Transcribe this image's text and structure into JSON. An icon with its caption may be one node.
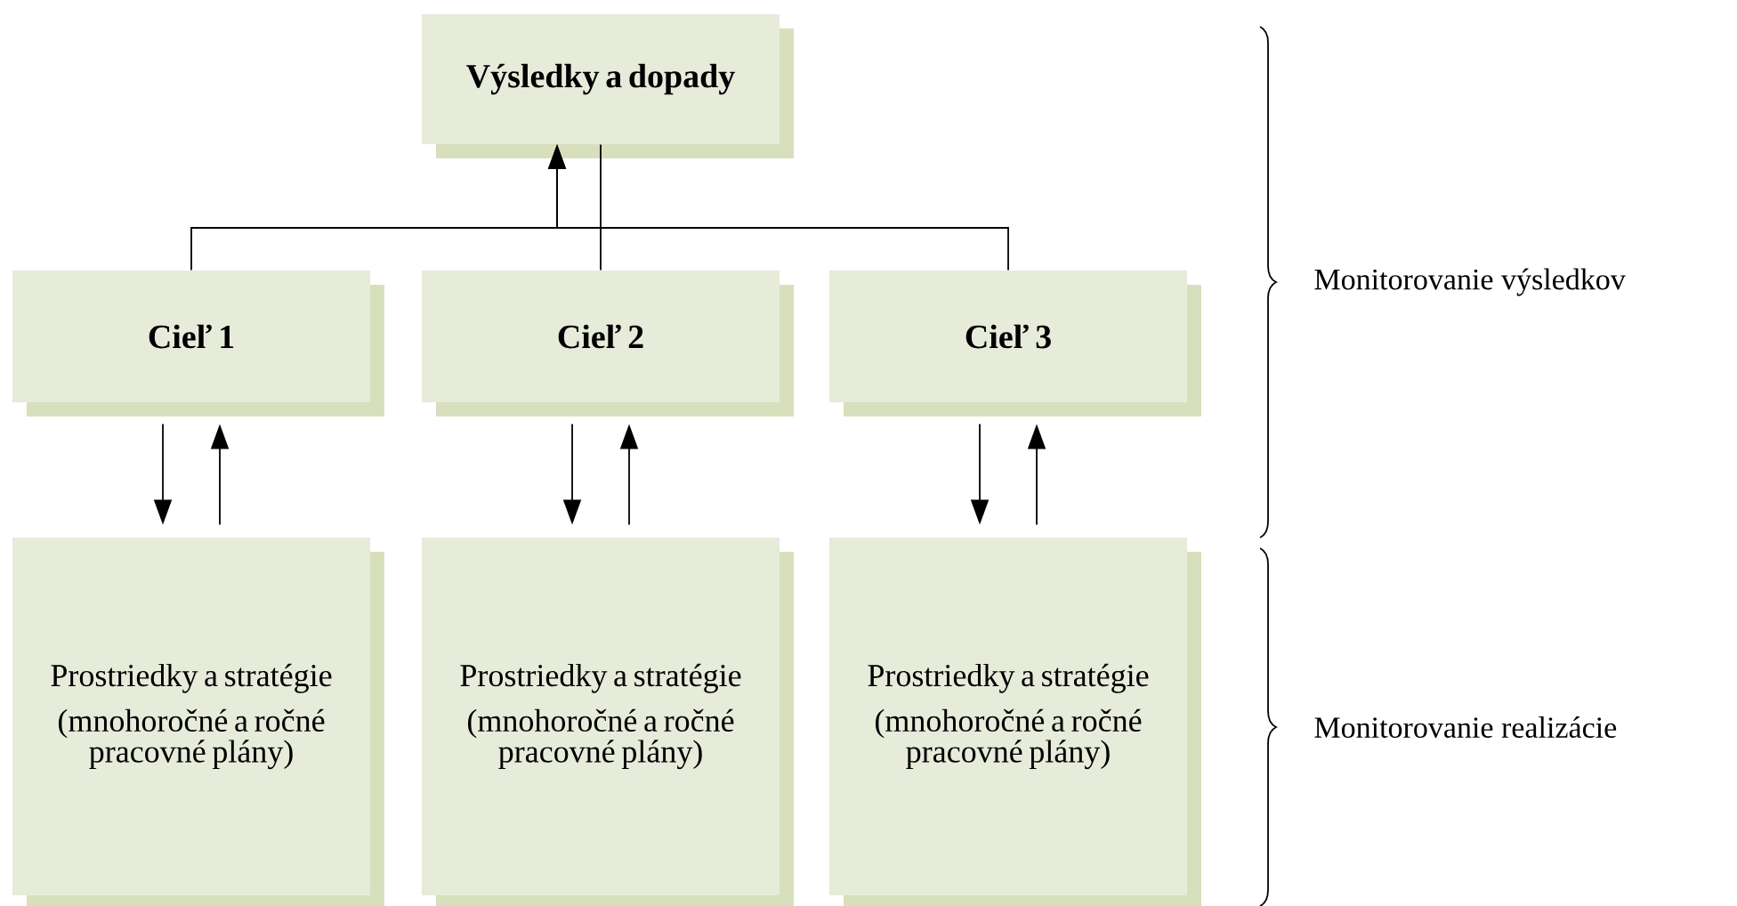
{
  "diagram": {
    "nodes": [
      {
        "text": [
          "Výsledky a dopady"
        ]
      },
      {
        "text": [
          "Cieľ 1"
        ]
      },
      {
        "text": [
          "Cieľ 2"
        ]
      },
      {
        "text": [
          "Cieľ 3"
        ]
      },
      {
        "text": [
          "Prostriedky a stratégie",
          "(mnohoročné a ročné pracovné plány)"
        ]
      },
      {
        "text": [
          "Prostriedky a stratégie",
          "(mnohoročné a ročné pracovné plány)"
        ]
      },
      {
        "text": [
          "Prostriedky a stratégie",
          "(mnohoročné a ročné pracovné plány)"
        ]
      }
    ],
    "edges": [
      {
        "from": 1,
        "to": 0,
        "arrow": "to"
      },
      {
        "from": 2,
        "to": 0,
        "arrow": "none"
      },
      {
        "from": 3,
        "to": 0,
        "arrow": "to"
      },
      {
        "from": 1,
        "to": 4,
        "arrow": "to"
      },
      {
        "from": 4,
        "to": 1,
        "arrow": "to"
      },
      {
        "from": 2,
        "to": 5,
        "arrow": "to"
      },
      {
        "from": 5,
        "to": 2,
        "arrow": "to"
      },
      {
        "from": 3,
        "to": 6,
        "arrow": "to"
      },
      {
        "from": 6,
        "to": 3,
        "arrow": "to"
      }
    ],
    "labels": [
      "Monitorovanie výsledkov",
      "Monitorovanie realizácie"
    ]
  }
}
